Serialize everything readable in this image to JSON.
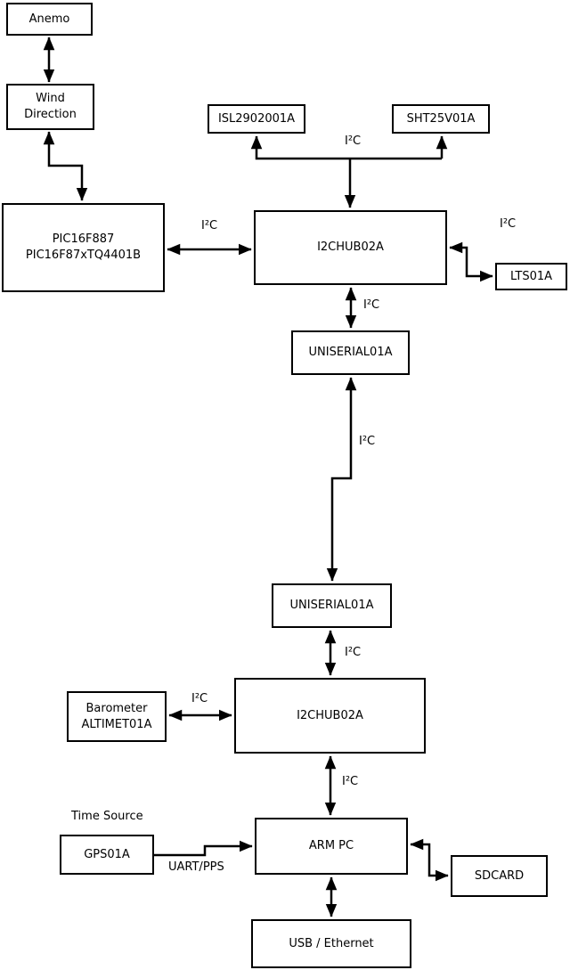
{
  "nodes": {
    "anemo": {
      "label": "Anemo"
    },
    "wind_direction": {
      "lines": [
        "Wind",
        "Direction"
      ]
    },
    "pic": {
      "lines": [
        "PIC16F887",
        "PIC16F87xTQ4401B"
      ]
    },
    "isl": {
      "label": "ISL2902001A"
    },
    "sht": {
      "label": "SHT25V01A"
    },
    "hub1": {
      "label": "I2CHUB02A"
    },
    "lts": {
      "label": "LTS01A"
    },
    "uniserial1": {
      "label": "UNISERIAL01A"
    },
    "uniserial2": {
      "label": "UNISERIAL01A"
    },
    "hub2": {
      "label": "I2CHUB02A"
    },
    "barometer": {
      "lines": [
        "Barometer",
        "ALTIMET01A"
      ]
    },
    "gps": {
      "label": "GPS01A"
    },
    "armpc": {
      "label": "ARM PC"
    },
    "sdcard": {
      "label": "SDCARD"
    },
    "usb_ethernet": {
      "label": "USB / Ethernet"
    }
  },
  "edge_labels": {
    "pic_hub1": "I²C",
    "hub1_sensors": "I²C",
    "hub1_lts": "I²C",
    "hub1_uniserial1": "I²C",
    "uniserial_link": "I²C",
    "uniserial2_hub2": "I²C",
    "barometer_hub2": "I²C",
    "hub2_armpc": "I²C",
    "gps_armpc": "UART/PPS"
  },
  "annotations": {
    "time_source": "Time Source"
  },
  "colors": {
    "line": "#000000",
    "box_border": "#000000",
    "background": "#ffffff",
    "text": "#000000"
  }
}
